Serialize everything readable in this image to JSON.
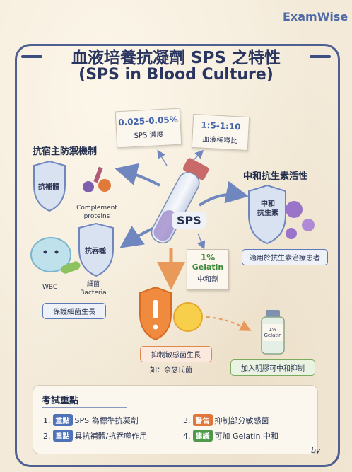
{
  "brand": "ExamWise",
  "title_line1": "血液培養抗凝劑 SPS 之特性",
  "title_line2": "(SPS in Blood Culture)",
  "concentration": {
    "value": "0.025-0.05%",
    "label": "SPS 濃度"
  },
  "dilution": {
    "value": "1:5-1:10",
    "label": "血液稀釋比"
  },
  "center_label": "SPS",
  "left_section": {
    "heading": "抗宿主防禦機制",
    "shield1": "抗補體",
    "complement_label_1": "Complement",
    "complement_label_2": "proteins",
    "shield2": "抗吞噬",
    "wbc_label": "WBC",
    "bacteria_label_1": "細菌",
    "bacteria_label_2": "Bacteria",
    "result": "保護細菌生長"
  },
  "right_section": {
    "heading": "中和抗生素活性",
    "shield_line1": "中和",
    "shield_line2": "抗生素",
    "result": "適用於抗生素治療患者"
  },
  "gelatin": {
    "line1": "1%",
    "line2": "Gelatin",
    "line3": "中和劑"
  },
  "lower_section": {
    "result": "抑制敏感菌生長",
    "example": "如：奈瑟氏菌",
    "vial_line1": "1%",
    "vial_line2": "Gelatin",
    "gelatin_result": "加入明膠可中和抑制"
  },
  "summary": {
    "heading": "考試重點",
    "items": [
      {
        "num": "1.",
        "tag": "重點",
        "text": "SPS 為標準抗凝劑"
      },
      {
        "num": "2.",
        "tag": "重點",
        "text": "具抗補體/抗吞噬作用"
      },
      {
        "num": "3.",
        "tag": "警告",
        "text": "抑制部分敏感菌"
      },
      {
        "num": "4.",
        "tag": "建議",
        "text": "可加 Gelatin 中和"
      }
    ]
  },
  "signature": "by",
  "colors": {
    "accent": "#4f5f92",
    "warning": "#e0763a",
    "suggest": "#4e9a4a",
    "highlight": "#4f72b8"
  }
}
